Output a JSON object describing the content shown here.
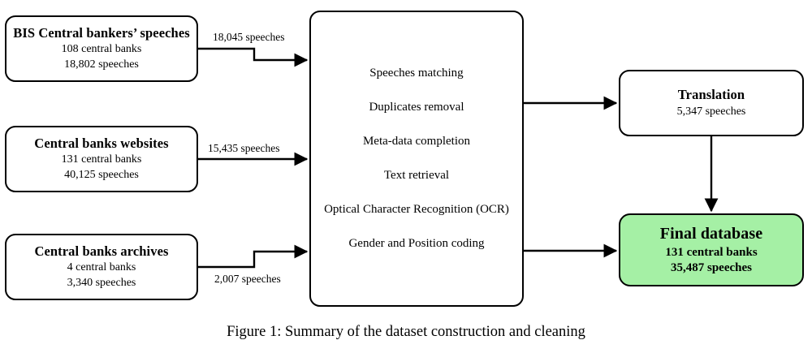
{
  "figure": {
    "caption": "Figure 1: Summary of the dataset construction and cleaning",
    "background_color": "#ffffff",
    "line_color": "#000000",
    "highlight_color": "#a5f0a5"
  },
  "sources": [
    {
      "id": "bis",
      "title": "BIS Central bankers’ speeches",
      "line1": "108 central banks",
      "line2": "18,802 speeches",
      "edge_label": "18,045 speeches"
    },
    {
      "id": "websites",
      "title": "Central banks websites",
      "line1": "131 central banks",
      "line2": "40,125 speeches",
      "edge_label": "15,435 speeches"
    },
    {
      "id": "archives",
      "title": "Central banks archives",
      "line1": "4 central banks",
      "line2": "3,340 speeches",
      "edge_label": "2,007 speeches"
    }
  ],
  "process": {
    "steps": [
      "Speeches matching",
      "Duplicates removal",
      "Meta-data completion",
      "Text retrieval",
      "Optical Character Recognition (OCR)",
      "Gender and Position coding"
    ]
  },
  "translation": {
    "title": "Translation",
    "line1": "5,347 speeches"
  },
  "final": {
    "title": "Final database",
    "line1": "131 central banks",
    "line2": "35,487 speeches"
  }
}
